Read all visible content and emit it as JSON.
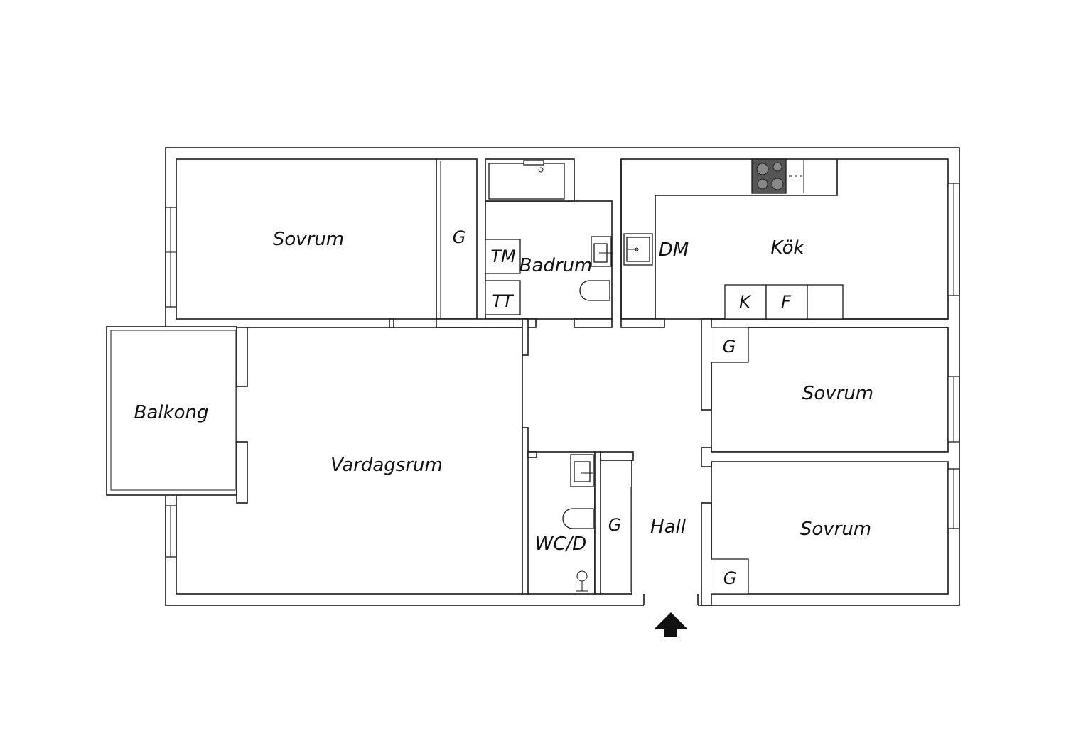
{
  "rooms": {
    "sovrum_1": "Sovrum",
    "sovrum_2": "Sovrum",
    "sovrum_3": "Sovrum",
    "badrum": "Badrum",
    "kok": "Kök",
    "balkong": "Balkong",
    "vardagsrum": "Vardagsrum",
    "wc": "WC/D",
    "hall": "Hall"
  },
  "fixtures": {
    "closet_1": "G",
    "closet_2": "G",
    "closet_3": "G",
    "closet_4": "G",
    "closet_5": "G",
    "washing_machine": "TM",
    "tumble_dryer": "TT",
    "dishwasher": "DM",
    "fridge": "K",
    "freezer": "F"
  },
  "colors": {
    "wall": "#1a1a1a",
    "stove": "#555555",
    "background": "#ffffff"
  },
  "icons": [
    "entrance-arrow-icon",
    "stove-icon",
    "bathtub-icon",
    "toilet-icon",
    "sink-icon"
  ]
}
